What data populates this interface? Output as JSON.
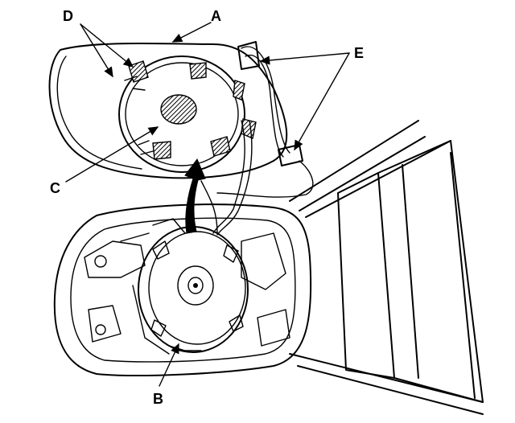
{
  "diagram": {
    "callouts": [
      {
        "id": "A",
        "label": "A"
      },
      {
        "id": "B",
        "label": "B"
      },
      {
        "id": "C",
        "label": "C"
      },
      {
        "id": "D",
        "label": "D"
      },
      {
        "id": "E",
        "label": "E"
      }
    ],
    "colors": {
      "ink": "#000000",
      "paper": "#ffffff"
    }
  }
}
